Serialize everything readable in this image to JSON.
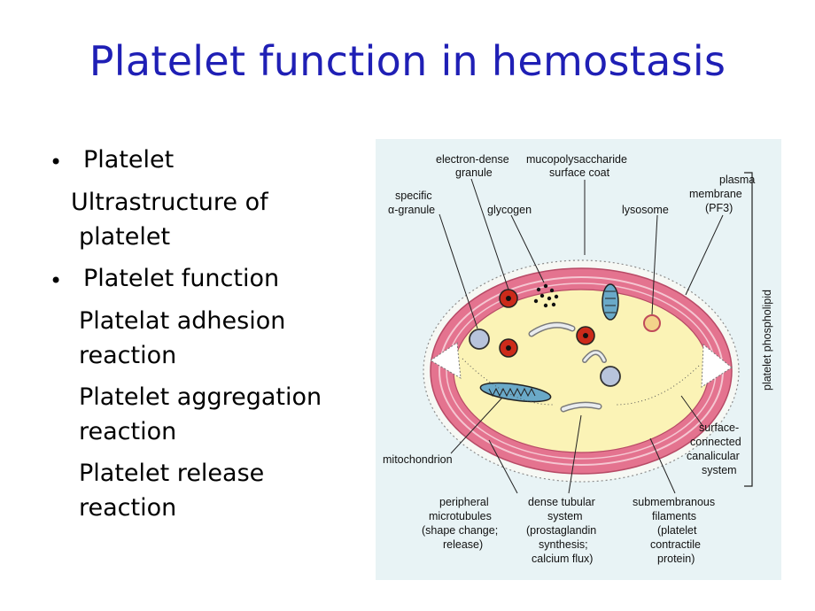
{
  "slide": {
    "title": "Platelet function in hemostasis"
  },
  "bullets": {
    "b1": "Platelet",
    "b1_sub_1": "Ultrastructure of",
    "b1_sub_2": "platelet",
    "b2": "Platelet function",
    "b2_sub_1": "Platelat adhesion",
    "b2_sub_2": "reaction",
    "b2_sub_3": "Platelet aggregation",
    "b2_sub_4": "reaction",
    "b2_sub_5": "Platelet release",
    "b2_sub_6": "reaction",
    "bullet_glyph": "•"
  },
  "figure": {
    "electron_dense_1": "electron-dense",
    "electron_dense_2": "granule",
    "mucopoly_1": "mucopolysaccharide",
    "mucopoly_2": "surface coat",
    "plasma_1": "plasma",
    "plasma_2": "membrane",
    "plasma_3": "(PF3)",
    "specific_1": "specific",
    "specific_2": "α-granule",
    "glycogen": "glycogen",
    "lysosome": "lysosome",
    "phospholipid": "platelet phospholipid",
    "mitochondrion": "mitochondrion",
    "surface_1": "surface-",
    "surface_2": "connected",
    "surface_3": "canalicular",
    "surface_4": "system",
    "peripheral_1": "peripheral",
    "peripheral_2": "microtubules",
    "peripheral_3": "(shape change;",
    "peripheral_4": "release)",
    "dense_1": "dense tubular",
    "dense_2": "system",
    "dense_3": "(prostaglandin",
    "dense_4": "synthesis;",
    "dense_5": "calcium flux)",
    "submem_1": "submembranous",
    "submem_2": "filaments",
    "submem_3": "(platelet",
    "submem_4": "contractile",
    "submem_5": "protein)"
  },
  "colors": {
    "title": "#1f1fb5",
    "cytoplasm": "#fbf3b6",
    "membrane_band": "#e4738f",
    "granule_red": "#cc2a1a",
    "figure_bg": "#e8f3f5"
  }
}
